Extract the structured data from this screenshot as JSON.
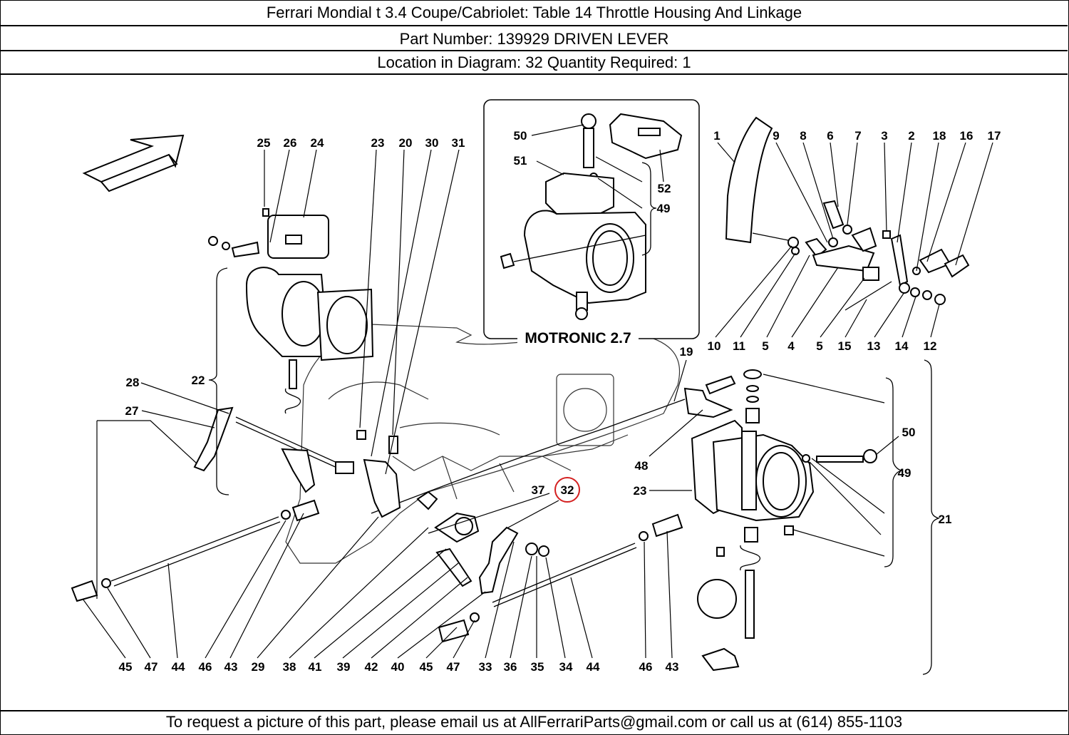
{
  "header": {
    "title": "Ferrari Mondial t 3.4 Coupe/Cabriolet:   Table 14 Throttle Housing And Linkage",
    "part_number": "Part Number: 139929   DRIVEN LEVER",
    "location": "Location in Diagram: 32   Quantity Required: 1"
  },
  "footer": {
    "text": "To request a picture of this part, please email us at AllFerrariParts@gmail.com or call us at (614) 855-1103"
  },
  "diagram": {
    "inset_label": "MOTRONIC 2.7",
    "highlight_color": "#d42020",
    "highlighted_callout": "32",
    "callouts": [
      "25",
      "26",
      "24",
      "23",
      "20",
      "30",
      "31",
      "22",
      "28",
      "27",
      "37",
      "32",
      "23",
      "48",
      "19",
      "50",
      "49",
      "21",
      "1",
      "9",
      "8",
      "6",
      "7",
      "3",
      "2",
      "18",
      "16",
      "17",
      "10",
      "11",
      "5",
      "4",
      "5",
      "15",
      "13",
      "14",
      "12",
      "45",
      "47",
      "44",
      "46",
      "43",
      "29",
      "38",
      "41",
      "39",
      "42",
      "40",
      "45",
      "47",
      "33",
      "36",
      "35",
      "34",
      "44",
      "46",
      "43",
      "50",
      "51",
      "52",
      "49"
    ]
  }
}
